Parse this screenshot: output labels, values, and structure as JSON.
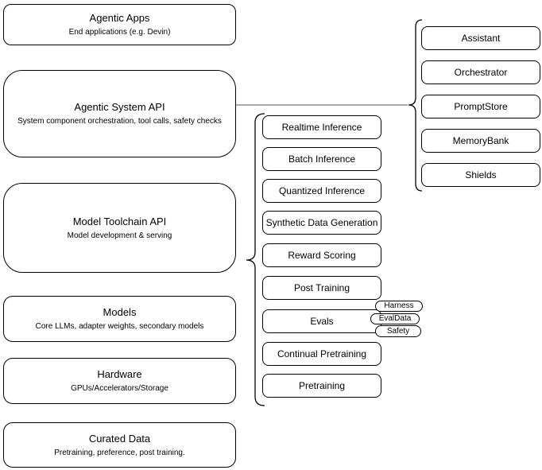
{
  "diagram": {
    "stack": [
      {
        "title": "Agentic Apps",
        "subtitle": "End applications (e.g. Devin)"
      },
      {
        "title": "Agentic System API",
        "subtitle": "System component orchestration, tool calls, safety checks"
      },
      {
        "title": "Model Toolchain API",
        "subtitle": "Model development & serving"
      },
      {
        "title": "Models",
        "subtitle": "Core LLMs, adapter weights, secondary models"
      },
      {
        "title": "Hardware",
        "subtitle": "GPUs/Accelerators/Storage"
      },
      {
        "title": "Curated Data",
        "subtitle": "Pretraining, preference, post training."
      }
    ],
    "toolchain_items": [
      "Realtime Inference",
      "Batch Inference",
      "Quantized Inference",
      "Synthetic Data Generation",
      "Reward Scoring",
      "Post Training",
      "Evals",
      "Continual Pretraining",
      "Pretraining"
    ],
    "eval_tags": [
      "Harness",
      "EvalData",
      "Safety"
    ],
    "system_components": [
      "Assistant",
      "Orchestrator",
      "PromptStore",
      "MemoryBank",
      "Shields"
    ],
    "colors": {
      "stroke": "#000000",
      "background": "#ffffff",
      "connector": "#5a5a5a"
    }
  }
}
